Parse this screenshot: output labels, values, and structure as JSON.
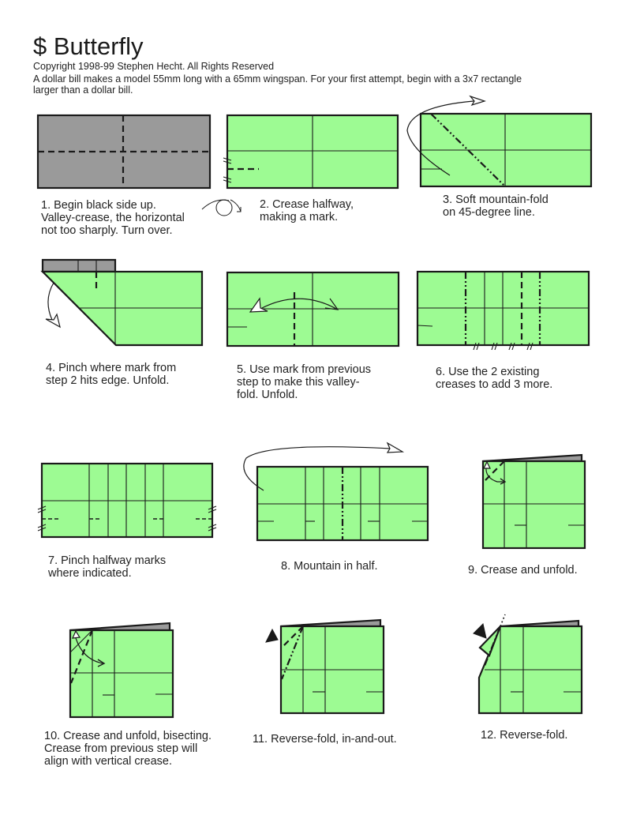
{
  "header": {
    "title": "$ Butterfly",
    "copyright": "Copyright 1998-99 Stephen Hecht.  All Rights Reserved",
    "intro": "A dollar bill makes a model 55mm long with a 65mm wingspan.  For your first attempt, begin with a 3x7 rectangle larger than a dollar bill."
  },
  "colors": {
    "paper_front": "#9dfb93",
    "paper_back": "#9a9a9a",
    "line": "#1a1a1a"
  },
  "steps": [
    {
      "number": "1",
      "caption": "1.  Begin black side up.\nValley-crease, the horizontal\nnot too sharply.  Turn over."
    },
    {
      "number": "2",
      "caption": "2.  Crease halfway,\nmaking a mark."
    },
    {
      "number": "3",
      "caption": "3.  Soft mountain-fold\non 45-degree line."
    },
    {
      "number": "4",
      "caption": "4.  Pinch where mark from\nstep 2 hits edge.  Unfold."
    },
    {
      "number": "5",
      "caption": "5.  Use mark from previous\nstep to make this valley-\nfold.  Unfold."
    },
    {
      "number": "6",
      "caption": "6.  Use the 2 existing\ncreases to add 3 more."
    },
    {
      "number": "7",
      "caption": "7.  Pinch halfway marks\nwhere indicated."
    },
    {
      "number": "8",
      "caption": "8.  Mountain in half."
    },
    {
      "number": "9",
      "caption": "9.  Crease and unfold."
    },
    {
      "number": "10",
      "caption": "10.  Crease and unfold, bisecting.\n Crease from previous step will\nalign with vertical crease."
    },
    {
      "number": "11",
      "caption": "11.  Reverse-fold, in-and-out."
    },
    {
      "number": "12",
      "caption": "12.  Reverse-fold."
    }
  ],
  "symbols": {
    "turn_over": "turn-over-icon",
    "valley_fold": "dashed line",
    "mountain_fold": "dash-dot-dot line",
    "equal_marks": "//"
  }
}
